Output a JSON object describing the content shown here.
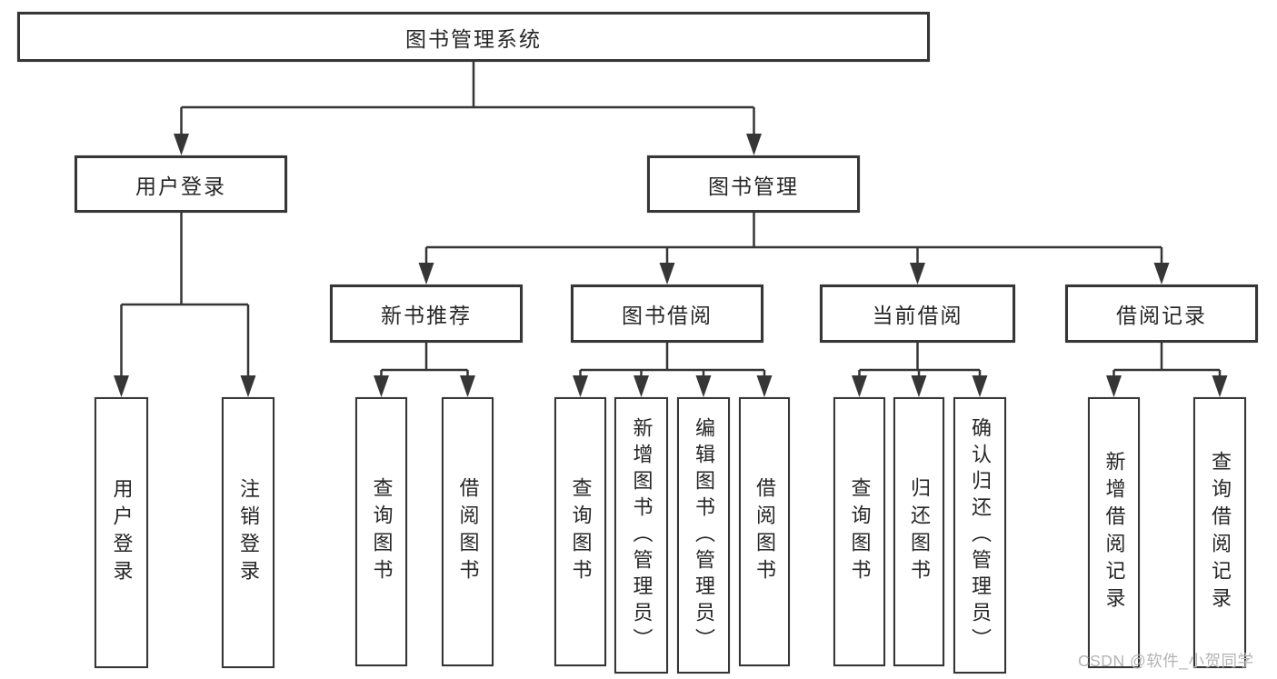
{
  "diagram": {
    "type": "tree",
    "root": {
      "label": "图书管理系统"
    },
    "children": [
      {
        "label": "用户登录",
        "children": [
          {
            "label": "用户登录"
          },
          {
            "label": "注销登录"
          }
        ]
      },
      {
        "label": "图书管理",
        "children": [
          {
            "label": "新书推荐",
            "children": [
              {
                "label": "查询图书"
              },
              {
                "label": "借阅图书"
              }
            ]
          },
          {
            "label": "图书借阅",
            "children": [
              {
                "label": "查询图书"
              },
              {
                "label": "新增图书（管理员）"
              },
              {
                "label": "编辑图书（管理员）"
              },
              {
                "label": "借阅图书"
              }
            ]
          },
          {
            "label": "当前借阅",
            "children": [
              {
                "label": "查询图书"
              },
              {
                "label": "归还图书"
              },
              {
                "label": "确认归还（管理员）"
              }
            ]
          },
          {
            "label": "借阅记录",
            "children": [
              {
                "label": "新增借阅记录"
              },
              {
                "label": "查询借阅记录"
              }
            ]
          }
        ]
      }
    ]
  },
  "watermark": {
    "text": "CSDN @软件_小贺同学",
    "color": "#b4b4b4"
  },
  "colors": {
    "line": "#363636",
    "text": "#262626",
    "background": "#ffffff"
  }
}
